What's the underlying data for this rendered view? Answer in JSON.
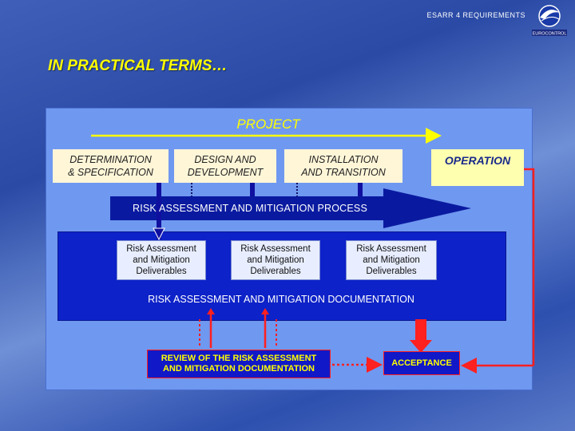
{
  "header": {
    "label": "ESARR 4 REQUIREMENTS",
    "logo_text": "EUROCONTROL"
  },
  "slide": {
    "title": "IN PRACTICAL TERMS…"
  },
  "diagram": {
    "project_label": "PROJECT",
    "phases": [
      {
        "line1": "DETERMINATION",
        "line2": "& SPECIFICATION"
      },
      {
        "line1": "DESIGN AND",
        "line2": "DEVELOPMENT"
      },
      {
        "line1": "INSTALLATION",
        "line2": "AND TRANSITION"
      },
      {
        "line1": "OPERATION",
        "line2": ""
      }
    ],
    "process_label": "RISK ASSESSMENT AND MITIGATION PROCESS",
    "deliverables": [
      {
        "line1": "Risk Assessment",
        "line2": "and Mitigation",
        "line3": "Deliverables"
      },
      {
        "line1": "Risk Assessment",
        "line2": "and Mitigation",
        "line3": "Deliverables"
      },
      {
        "line1": "Risk Assessment",
        "line2": "and Mitigation",
        "line3": "Deliverables"
      }
    ],
    "documentation_label": "RISK ASSESSMENT AND MITIGATION DOCUMENTATION",
    "review": {
      "line1": "REVIEW OF THE  RISK ASSESSMENT",
      "line2": "AND MITIGATION DOCUMENTATION"
    },
    "acceptance": "ACCEPTANCE",
    "colors": {
      "panel": "#6f98f0",
      "band": "#0d22c8",
      "arrow": "#0a1aa0",
      "highlight": "#ffff00",
      "alert": "#ff2020"
    }
  }
}
